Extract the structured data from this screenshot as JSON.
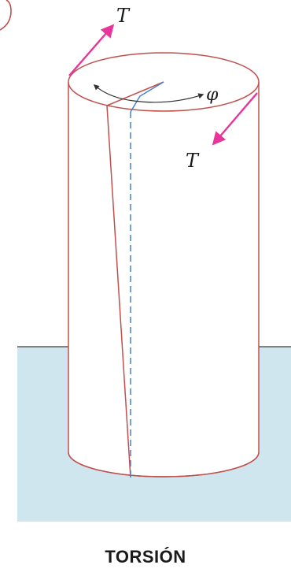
{
  "figure": {
    "caption": "TORSIÓN",
    "torque_label_top": "T",
    "torque_label_right": "T",
    "angle_label": "φ",
    "colors": {
      "cylinder_outline": "#c0504d",
      "torque_arrow": "#e8359c",
      "reference_line": "#4a7fd0",
      "base_fill": "#cfe6ee",
      "text": "#1a1a1a"
    }
  }
}
